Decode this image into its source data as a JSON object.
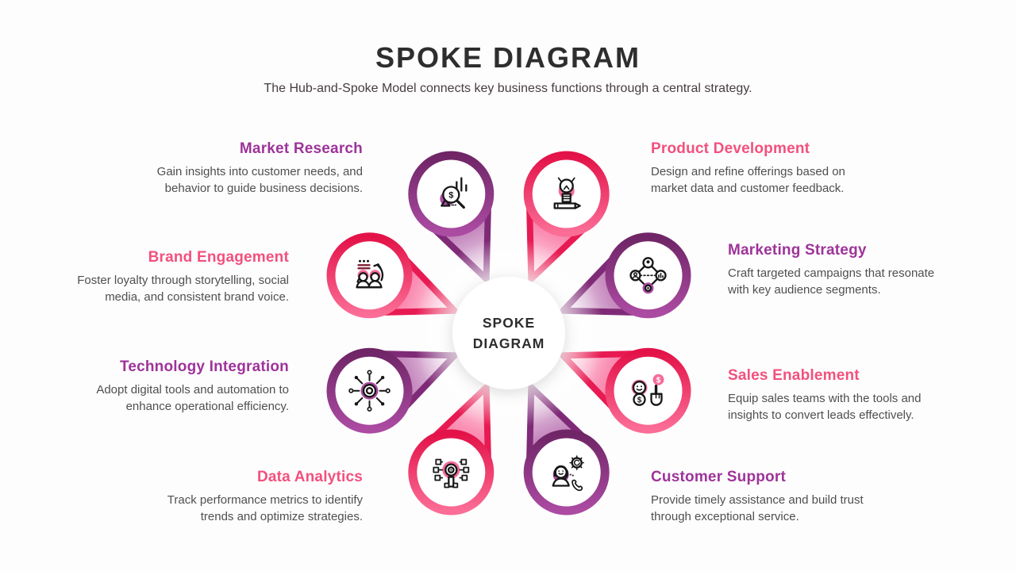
{
  "header": {
    "title": "SPOKE DIAGRAM",
    "subtitle": "The Hub-and-Spoke Model connects key business functions through a central strategy."
  },
  "hub": {
    "label_line1": "SPOKE",
    "label_line2": "DIAGRAM"
  },
  "colors": {
    "pink": "#e91a52",
    "pink_light": "#fb6d96",
    "purple": "#7f2a77",
    "purple_light": "#aa4aa0",
    "heading_pink": "#f3507d",
    "heading_purple": "#9e3399",
    "title_dark": "#2e2e2e",
    "body_text": "#4f4f4f"
  },
  "spokes": [
    {
      "id": "market-research",
      "title": "Market Research",
      "description": "Gain insights into customer needs, and behavior to guide business decisions.",
      "color": "purple",
      "icon": "market-research-icon"
    },
    {
      "id": "product-development",
      "title": "Product Development",
      "description": "Design and refine offerings based on market data and customer feedback.",
      "color": "pink",
      "icon": "product-development-icon"
    },
    {
      "id": "brand-engagement",
      "title": "Brand Engagement",
      "description": "Foster loyalty through storytelling, social media, and consistent brand voice.",
      "color": "pink",
      "icon": "brand-engagement-icon"
    },
    {
      "id": "marketing-strategy",
      "title": "Marketing Strategy",
      "description": "Craft targeted campaigns that resonate with key audience segments.",
      "color": "purple",
      "icon": "marketing-strategy-icon"
    },
    {
      "id": "technology-integration",
      "title": "Technology Integration",
      "description": "Adopt digital tools and automation to enhance operational efficiency.",
      "color": "purple",
      "icon": "technology-integration-icon"
    },
    {
      "id": "sales-enablement",
      "title": "Sales Enablement",
      "description": "Equip sales teams with the tools and insights to convert leads effectively.",
      "color": "pink",
      "icon": "sales-enablement-icon"
    },
    {
      "id": "data-analytics",
      "title": "Data Analytics",
      "description": "Track performance metrics to identify trends and optimize strategies.",
      "color": "pink",
      "icon": "data-analytics-icon"
    },
    {
      "id": "customer-support",
      "title": "Customer Support",
      "description": "Provide timely assistance and build trust through exceptional service.",
      "color": "purple",
      "icon": "customer-support-icon"
    }
  ]
}
